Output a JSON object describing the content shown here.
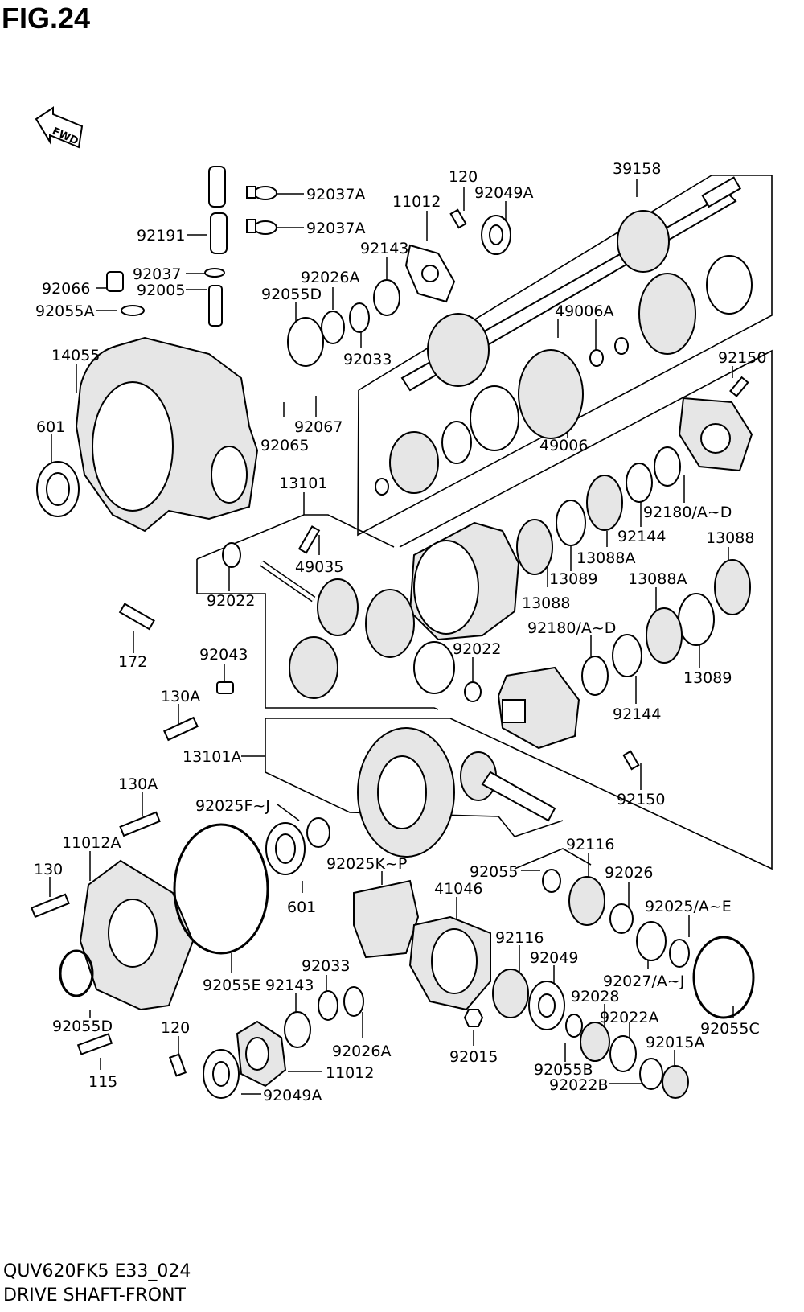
{
  "figure": {
    "title": "FIG.24",
    "model_code": "QUV620FK5 E33_024",
    "section_name": "DRIVE SHAFT-FRONT",
    "fwd_label": "FWD"
  },
  "parts": [
    {
      "id": "p01",
      "label": "92037A"
    },
    {
      "id": "p02",
      "label": "92037A"
    },
    {
      "id": "p03",
      "label": "120"
    },
    {
      "id": "p04",
      "label": "11012"
    },
    {
      "id": "p05",
      "label": "92049A"
    },
    {
      "id": "p06",
      "label": "39158"
    },
    {
      "id": "p07",
      "label": "92191"
    },
    {
      "id": "p08",
      "label": "92143"
    },
    {
      "id": "p09",
      "label": "92037"
    },
    {
      "id": "p10",
      "label": "92026A"
    },
    {
      "id": "p11",
      "label": "92066"
    },
    {
      "id": "p12",
      "label": "92005"
    },
    {
      "id": "p13",
      "label": "92055D"
    },
    {
      "id": "p14",
      "label": "92055A"
    },
    {
      "id": "p15",
      "label": "49006A"
    },
    {
      "id": "p16",
      "label": "14055"
    },
    {
      "id": "p17",
      "label": "92033"
    },
    {
      "id": "p18",
      "label": "92150"
    },
    {
      "id": "p19",
      "label": "601"
    },
    {
      "id": "p20",
      "label": "92067"
    },
    {
      "id": "p21",
      "label": "92065"
    },
    {
      "id": "p22",
      "label": "49006"
    },
    {
      "id": "p23",
      "label": "13101"
    },
    {
      "id": "p24",
      "label": "92180/A~D"
    },
    {
      "id": "p25",
      "label": "92144"
    },
    {
      "id": "p26",
      "label": "13088"
    },
    {
      "id": "p27",
      "label": "49035"
    },
    {
      "id": "p28",
      "label": "13088A"
    },
    {
      "id": "p29",
      "label": "13089"
    },
    {
      "id": "p30",
      "label": "92022"
    },
    {
      "id": "p31",
      "label": "13088A"
    },
    {
      "id": "p32",
      "label": "13088"
    },
    {
      "id": "p33",
      "label": "172"
    },
    {
      "id": "p34",
      "label": "92180/A~D"
    },
    {
      "id": "p35",
      "label": "92022"
    },
    {
      "id": "p36",
      "label": "92043"
    },
    {
      "id": "p37",
      "label": "13089"
    },
    {
      "id": "p38",
      "label": "130A"
    },
    {
      "id": "p39",
      "label": "92144"
    },
    {
      "id": "p40",
      "label": "13101A"
    },
    {
      "id": "p41",
      "label": "130A"
    },
    {
      "id": "p42",
      "label": "92150"
    },
    {
      "id": "p43",
      "label": "92025F~J"
    },
    {
      "id": "p44",
      "label": "11012A"
    },
    {
      "id": "p45",
      "label": "92116"
    },
    {
      "id": "p46",
      "label": "130"
    },
    {
      "id": "p47",
      "label": "92025K~P"
    },
    {
      "id": "p48",
      "label": "92055"
    },
    {
      "id": "p49",
      "label": "92026"
    },
    {
      "id": "p50",
      "label": "41046"
    },
    {
      "id": "p51",
      "label": "601"
    },
    {
      "id": "p52",
      "label": "92025/A~E"
    },
    {
      "id": "p53",
      "label": "92116"
    },
    {
      "id": "p54",
      "label": "92033"
    },
    {
      "id": "p55",
      "label": "92049"
    },
    {
      "id": "p56",
      "label": "92055E"
    },
    {
      "id": "p57",
      "label": "92143"
    },
    {
      "id": "p58",
      "label": "92027/A~J"
    },
    {
      "id": "p59",
      "label": "92028"
    },
    {
      "id": "p60",
      "label": "92022A"
    },
    {
      "id": "p61",
      "label": "92055D"
    },
    {
      "id": "p62",
      "label": "92055C"
    },
    {
      "id": "p63",
      "label": "120"
    },
    {
      "id": "p64",
      "label": "92026A"
    },
    {
      "id": "p65",
      "label": "92015"
    },
    {
      "id": "p66",
      "label": "92015A"
    },
    {
      "id": "p67",
      "label": "11012"
    },
    {
      "id": "p68",
      "label": "92055B"
    },
    {
      "id": "p69",
      "label": "115"
    },
    {
      "id": "p70",
      "label": "92022B"
    },
    {
      "id": "p71",
      "label": "92049A"
    }
  ]
}
